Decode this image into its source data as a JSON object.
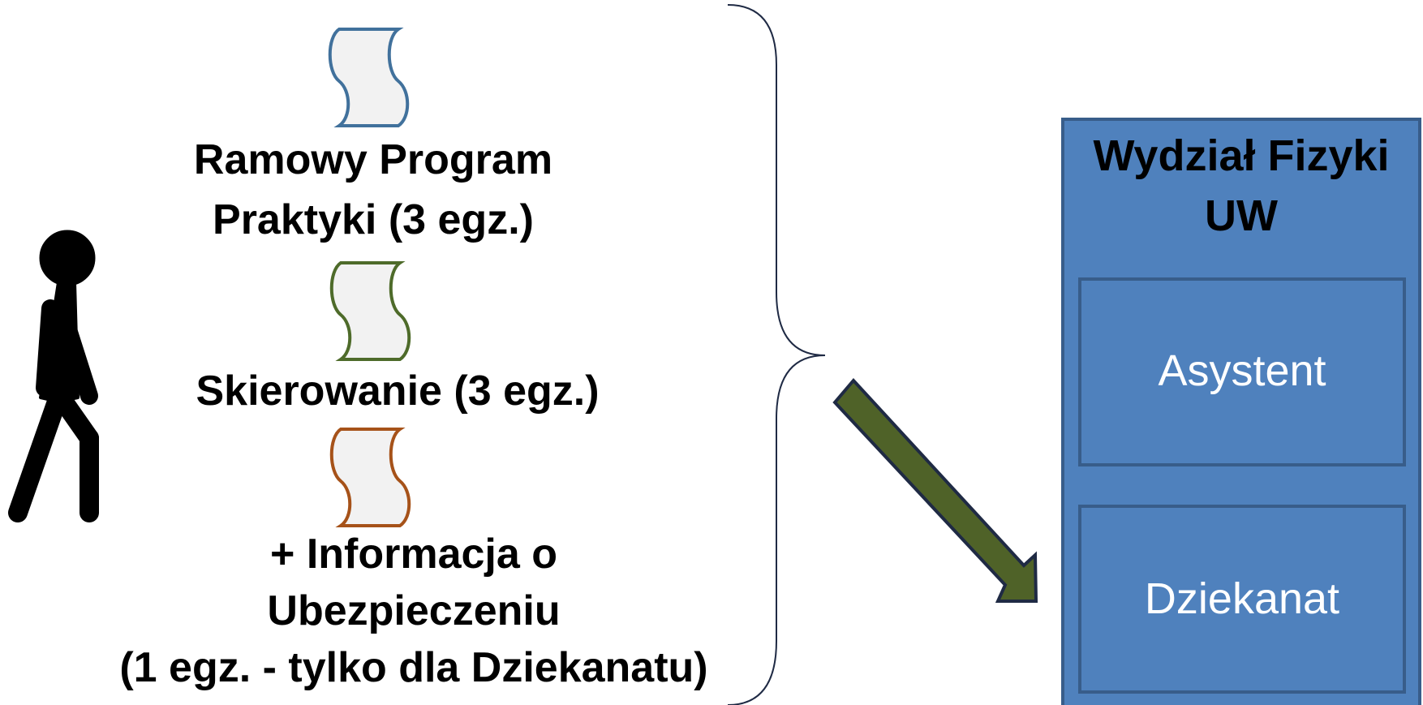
{
  "documents": [
    {
      "lines": [
        "Ramowy Program",
        "Praktyki (3 egz.)"
      ],
      "color": "#41719c"
    },
    {
      "lines": [
        "Skierowanie (3 egz.)"
      ],
      "color": "#4e6b2a"
    },
    {
      "lines": [
        "+ Informacja o",
        "Ubezpieczeniu",
        "(1 egz. - tylko dla Dziekanatu)"
      ],
      "color": "#a65219"
    }
  ],
  "faculty": {
    "title_lines": [
      "Wydział Fizyki",
      "UW"
    ],
    "units": [
      "Asystent",
      "Dziekanat"
    ],
    "fill": "#4f81bd",
    "border": "#385d8a"
  },
  "arrow": {
    "fill": "#4f6228",
    "stroke": "#1f2a44"
  },
  "brace_color": "#1f2a44",
  "icons": {
    "person": "person-walking-icon",
    "document": "scroll-document-icon"
  }
}
